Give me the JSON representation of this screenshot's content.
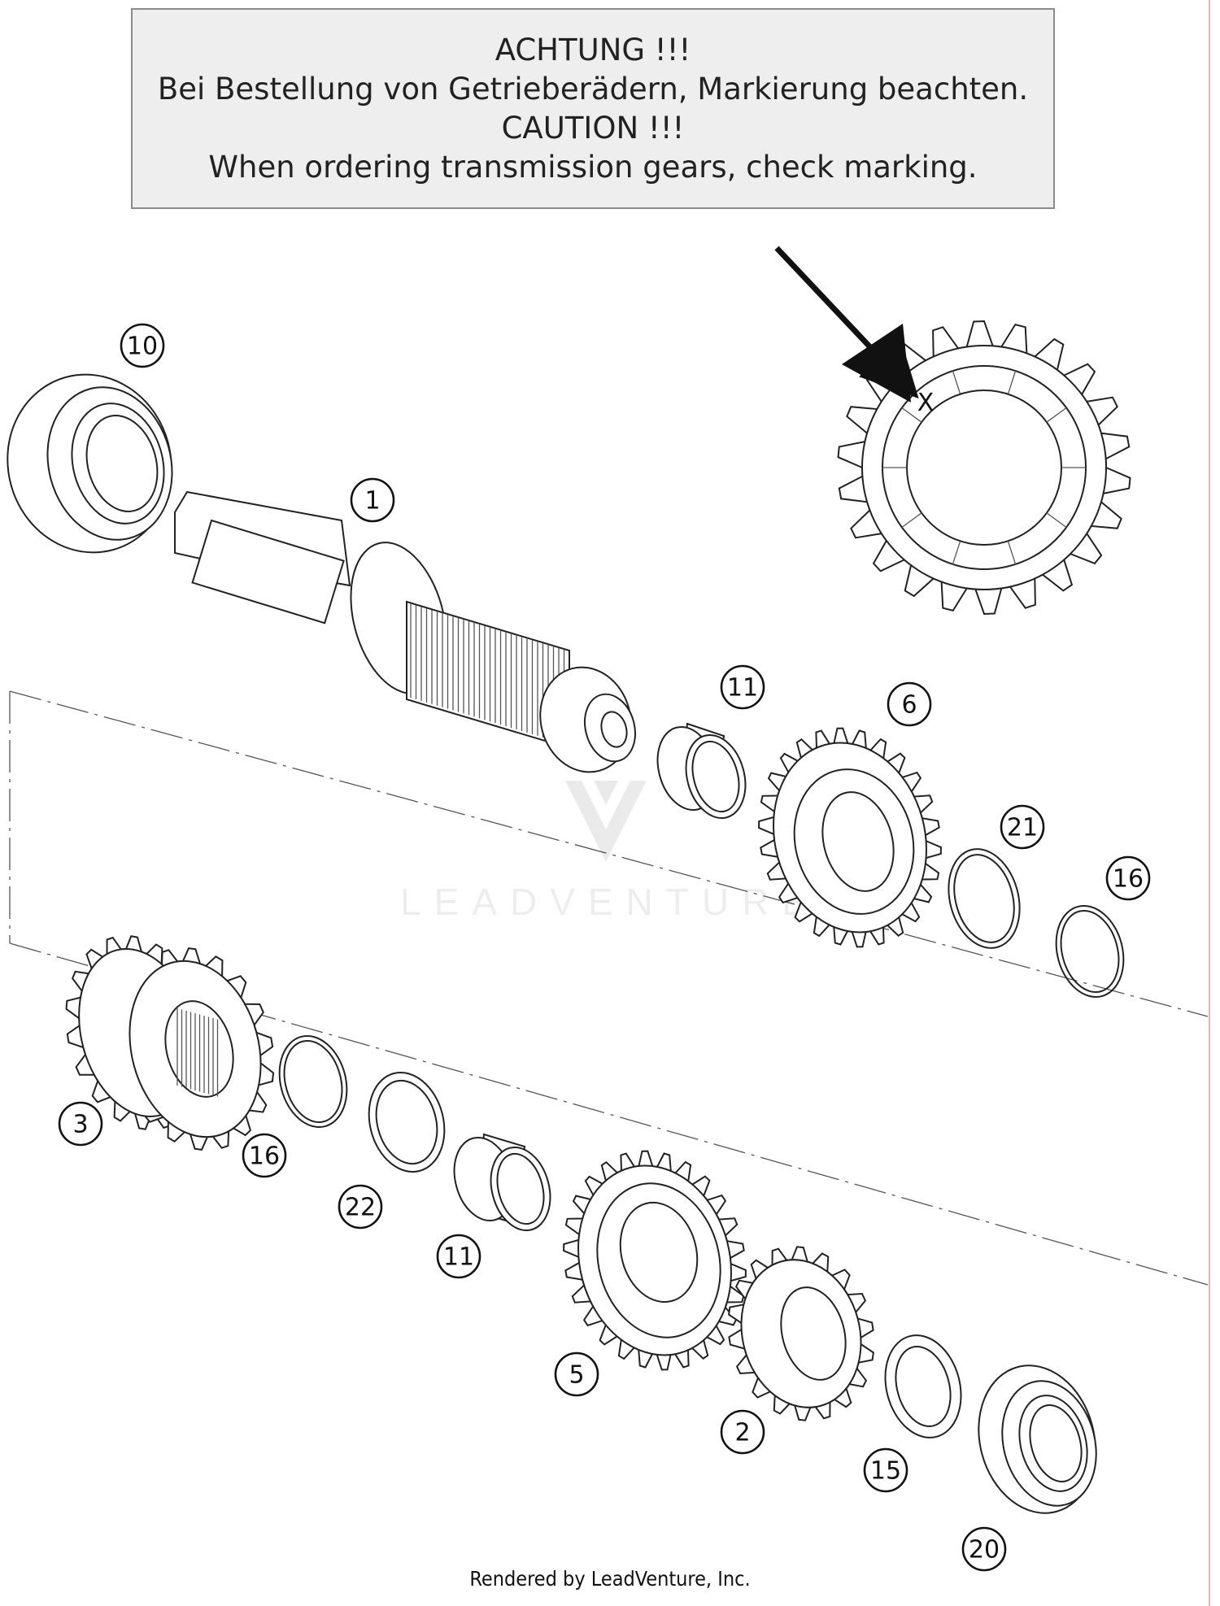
{
  "notice": {
    "line1": "ACHTUNG !!!",
    "line2": "Bei Bestellung von Getrieberädern, Markierung beachten.",
    "line3": "CAUTION !!!",
    "line4": "When ordering transmission gears, check marking."
  },
  "marking_symbol": "X",
  "callouts": [
    {
      "id": "10",
      "label": "10"
    },
    {
      "id": "1",
      "label": "1"
    },
    {
      "id": "11a",
      "label": "11"
    },
    {
      "id": "6",
      "label": "6"
    },
    {
      "id": "21",
      "label": "21"
    },
    {
      "id": "16a",
      "label": "16"
    },
    {
      "id": "3",
      "label": "3"
    },
    {
      "id": "16b",
      "label": "16"
    },
    {
      "id": "22",
      "label": "22"
    },
    {
      "id": "11b",
      "label": "11"
    },
    {
      "id": "5",
      "label": "5"
    },
    {
      "id": "2",
      "label": "2"
    },
    {
      "id": "15",
      "label": "15"
    },
    {
      "id": "20",
      "label": "20"
    }
  ],
  "watermark": "LEADVENTURE",
  "footer": "Rendered by LeadVenture, Inc."
}
